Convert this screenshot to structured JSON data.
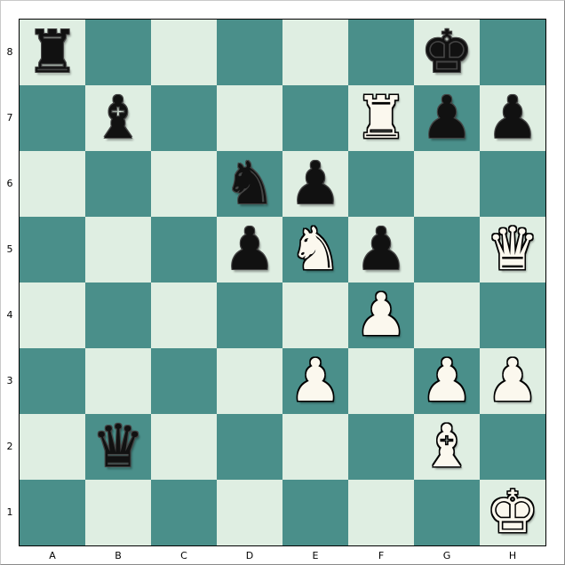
{
  "board": {
    "colors": {
      "light": "#dfeee2",
      "dark": "#4a8f8a"
    },
    "files": [
      "A",
      "B",
      "C",
      "D",
      "E",
      "F",
      "G",
      "H"
    ],
    "ranks": [
      "8",
      "7",
      "6",
      "5",
      "4",
      "3",
      "2",
      "1"
    ],
    "pieces": [
      {
        "square": "a8",
        "color": "black",
        "type": "rook",
        "icon": "black-rook-icon",
        "glyph": "♜"
      },
      {
        "square": "g8",
        "color": "black",
        "type": "king",
        "icon": "black-king-icon",
        "glyph": "♚"
      },
      {
        "square": "b7",
        "color": "black",
        "type": "bishop",
        "icon": "black-bishop-icon",
        "glyph": "♝"
      },
      {
        "square": "f7",
        "color": "white",
        "type": "rook",
        "icon": "white-rook-icon",
        "glyph": "♜"
      },
      {
        "square": "g7",
        "color": "black",
        "type": "pawn",
        "icon": "black-pawn-icon",
        "glyph": "♟"
      },
      {
        "square": "h7",
        "color": "black",
        "type": "pawn",
        "icon": "black-pawn-icon",
        "glyph": "♟"
      },
      {
        "square": "d6",
        "color": "black",
        "type": "knight",
        "icon": "black-knight-icon",
        "glyph": "♞"
      },
      {
        "square": "e6",
        "color": "black",
        "type": "pawn",
        "icon": "black-pawn-icon",
        "glyph": "♟"
      },
      {
        "square": "d5",
        "color": "black",
        "type": "pawn",
        "icon": "black-pawn-icon",
        "glyph": "♟"
      },
      {
        "square": "e5",
        "color": "white",
        "type": "knight",
        "icon": "white-knight-icon",
        "glyph": "♞"
      },
      {
        "square": "f5",
        "color": "black",
        "type": "pawn",
        "icon": "black-pawn-icon",
        "glyph": "♟"
      },
      {
        "square": "h5",
        "color": "white",
        "type": "queen",
        "icon": "white-queen-icon",
        "glyph": "♛"
      },
      {
        "square": "f4",
        "color": "white",
        "type": "pawn",
        "icon": "white-pawn-icon",
        "glyph": "♟"
      },
      {
        "square": "e3",
        "color": "white",
        "type": "pawn",
        "icon": "white-pawn-icon",
        "glyph": "♟"
      },
      {
        "square": "g3",
        "color": "white",
        "type": "pawn",
        "icon": "white-pawn-icon",
        "glyph": "♟"
      },
      {
        "square": "h3",
        "color": "white",
        "type": "pawn",
        "icon": "white-pawn-icon",
        "glyph": "♟"
      },
      {
        "square": "b2",
        "color": "black",
        "type": "queen",
        "icon": "black-queen-icon",
        "glyph": "♛"
      },
      {
        "square": "g2",
        "color": "white",
        "type": "bishop",
        "icon": "white-bishop-icon",
        "glyph": "♝"
      },
      {
        "square": "h1",
        "color": "white",
        "type": "king",
        "icon": "white-king-icon",
        "glyph": "♚"
      }
    ]
  }
}
